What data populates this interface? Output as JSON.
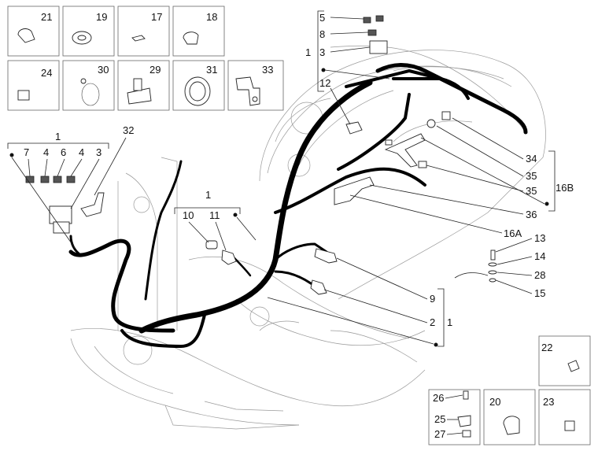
{
  "diagram": {
    "parts_boxes": [
      {
        "id": "box-21",
        "label": "21"
      },
      {
        "id": "box-19",
        "label": "19"
      },
      {
        "id": "box-17",
        "label": "17"
      },
      {
        "id": "box-18",
        "label": "18"
      },
      {
        "id": "box-24",
        "label": "24"
      },
      {
        "id": "box-30",
        "label": "30"
      },
      {
        "id": "box-29",
        "label": "29"
      },
      {
        "id": "box-31",
        "label": "31"
      },
      {
        "id": "box-33",
        "label": "33"
      },
      {
        "id": "box-22",
        "label": "22"
      },
      {
        "id": "box-20",
        "label": "20"
      },
      {
        "id": "box-23",
        "label": "23"
      }
    ],
    "group_top": {
      "parent": "1",
      "items": [
        "5",
        "8",
        "3",
        "12"
      ]
    },
    "group_left": {
      "parent": "1",
      "items": [
        "7",
        "4",
        "6",
        "4",
        "3"
      ]
    },
    "group_mid": {
      "parent": "1",
      "items": [
        "10",
        "11"
      ]
    },
    "group_right": {
      "parent": "16B",
      "items": [
        "34",
        "35",
        "35",
        "36"
      ]
    },
    "group_bottom_right": {
      "parent": "1",
      "items": [
        "9",
        "2"
      ]
    },
    "group_box_26": {
      "items": [
        "26",
        "25",
        "27"
      ]
    },
    "callouts": {
      "c32": "32",
      "c16A": "16A",
      "c13": "13",
      "c14": "14",
      "c28": "28",
      "c15": "15"
    }
  }
}
